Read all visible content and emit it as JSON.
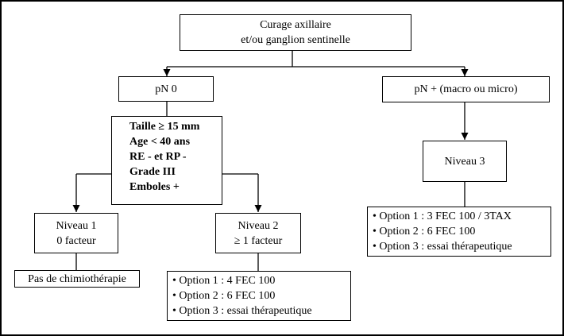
{
  "root": {
    "line1": "Curage axillaire",
    "line2": "et/ou ganglion sentinelle"
  },
  "pn0": {
    "label": "pN 0"
  },
  "pnplus": {
    "label": "pN + (macro ou micro)"
  },
  "criteria": {
    "items": [
      "Taille ≥ 15 mm",
      "Age < 40 ans",
      "RE - et RP -",
      "Grade III",
      "Emboles +"
    ]
  },
  "niveau1": {
    "line1": "Niveau 1",
    "line2": "0 facteur"
  },
  "niveau2": {
    "line1": "Niveau 2",
    "line2": "≥ 1 facteur"
  },
  "niveau3": {
    "label": "Niveau 3"
  },
  "no_chemo": {
    "label": "Pas de chimiothérapie"
  },
  "options_niveau2": {
    "items": [
      "• Option 1 : 4 FEC 100",
      "• Option 2 : 6 FEC 100",
      "• Option 3 : essai thérapeutique"
    ]
  },
  "options_niveau3": {
    "items": [
      "• Option 1 : 3 FEC 100 / 3TAX",
      "• Option 2 : 6 FEC 100",
      "• Option 3 : essai thérapeutique"
    ]
  }
}
